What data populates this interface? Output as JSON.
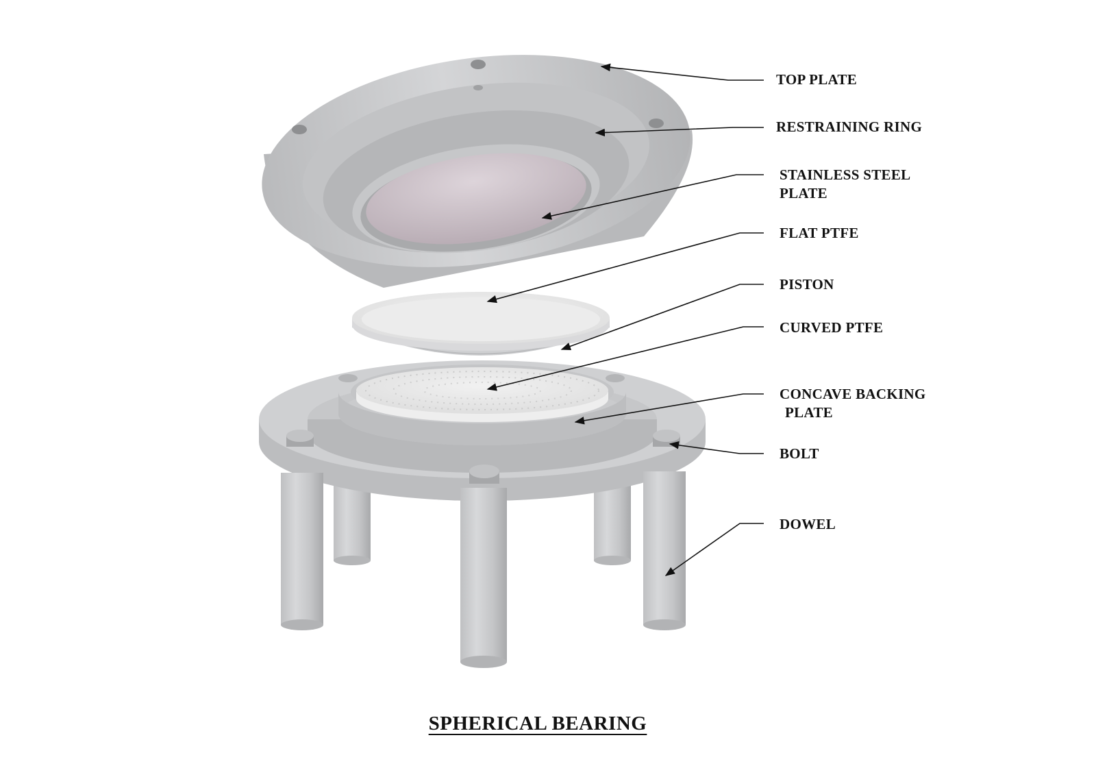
{
  "title": "SPHERICAL BEARING",
  "labels": {
    "top_plate": "TOP PLATE",
    "restraining_ring": "RESTRAINING RING",
    "stainless_steel_plate_1": "STAINLESS STEEL",
    "stainless_steel_plate_2": "PLATE",
    "flat_ptfe": "FLAT PTFE",
    "piston": "PISTON",
    "curved_ptfe": "CURVED PTFE",
    "concave_backing_plate_1": "CONCAVE BACKING",
    "concave_backing_plate_2": "PLATE",
    "bolt": "BOLT",
    "dowel": "DOWEL"
  },
  "colors": {
    "steel": "#c8c9cb",
    "steel_dark": "#a9aaac",
    "steel_light": "#dcdddf",
    "ptfe": "#e8e8e8",
    "stainless": "#c9bfc6",
    "ink": "#111111"
  }
}
